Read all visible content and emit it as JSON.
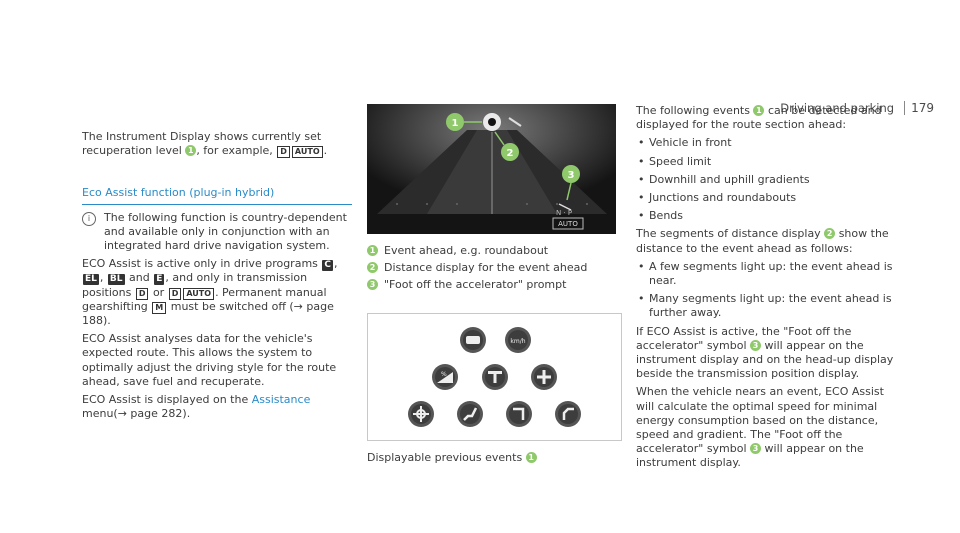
{
  "header": {
    "section": "Driving and parking",
    "page": "179"
  },
  "col1": {
    "intro": "The Instrument Display shows currently set recu­peration level",
    "intro_tail": ", for example,",
    "intro_sym": "D",
    "intro_sym2": "AUTO",
    "section_title": "Eco Assist function (plug-in hybrid)",
    "note": "The following function is country-dependent and available only in conjunction with an inte­grated hard drive navigation system.",
    "p1a": "ECO Assist is active only in drive programs",
    "sym_c": "C",
    "sym_el": "EL",
    "sym_bl": "BL",
    "and": "and",
    "sym_e": "E",
    "p1b": ", and only in transmission positions",
    "sym_d": "D",
    "or": "or",
    "p1c": ". Permanent manual gear­shifting",
    "sym_m": "M",
    "p1d": "must be switched off (→ page 188).",
    "p2": "ECO Assist analyses data for the vehicle's expec­ted route. This allows the system to optimally adjust the driving style for the route ahead, save fuel and recuperate.",
    "p3a": "ECO Assist is displayed on the",
    "p3link": "Assistance",
    "p3b": "menu(→ page 282)."
  },
  "col2": {
    "captions": [
      {
        "n": "1",
        "text": "Event ahead, e.g. roundabout"
      },
      {
        "n": "2",
        "text": "Distance display for the event ahead"
      },
      {
        "n": "3",
        "text": "\"Foot off the accelerator\" prompt"
      }
    ],
    "fig1_gear": "N · P",
    "fig1_mode": "AUTO",
    "fig2_caption": "Displayable previous events",
    "fig2_caption_n": "1"
  },
  "col3": {
    "p1a": "The following events",
    "p1b": "can be detected and dis­played for the route section ahead:",
    "list1": [
      "Vehicle in front",
      "Speed limit",
      "Downhill and uphill gradients",
      "Junctions and roundabouts",
      "Bends"
    ],
    "p2a": "The segments of distance display",
    "p2b": "show the distance to the event ahead as follows:",
    "list2": [
      "A few segments light up: the event ahead is near.",
      "Many segments light up: the event ahead is further away."
    ],
    "p3a": "If ECO Assist is active, the \"Foot off the accelera­tor\" symbol",
    "p3b": "will appear on the instrument dis­play and on the head-up display beside the trans­mission position display.",
    "p4a": "When the vehicle nears an event, ECO Assist will calculate the optimal speed for minimal energy consumption based on the distance, speed and gradient. The \"Foot off the accelerator\" symbol",
    "p4b": "will appear on the instrument display."
  },
  "colors": {
    "accent": "#2a8bc8",
    "marker": "#8fc96b"
  },
  "icons": [
    "info-icon",
    "roundabout-icon",
    "vehicle-icon",
    "speed-limit-icon",
    "gradient-icon",
    "junction-t-icon",
    "junction-cross-icon",
    "bend-icon"
  ]
}
